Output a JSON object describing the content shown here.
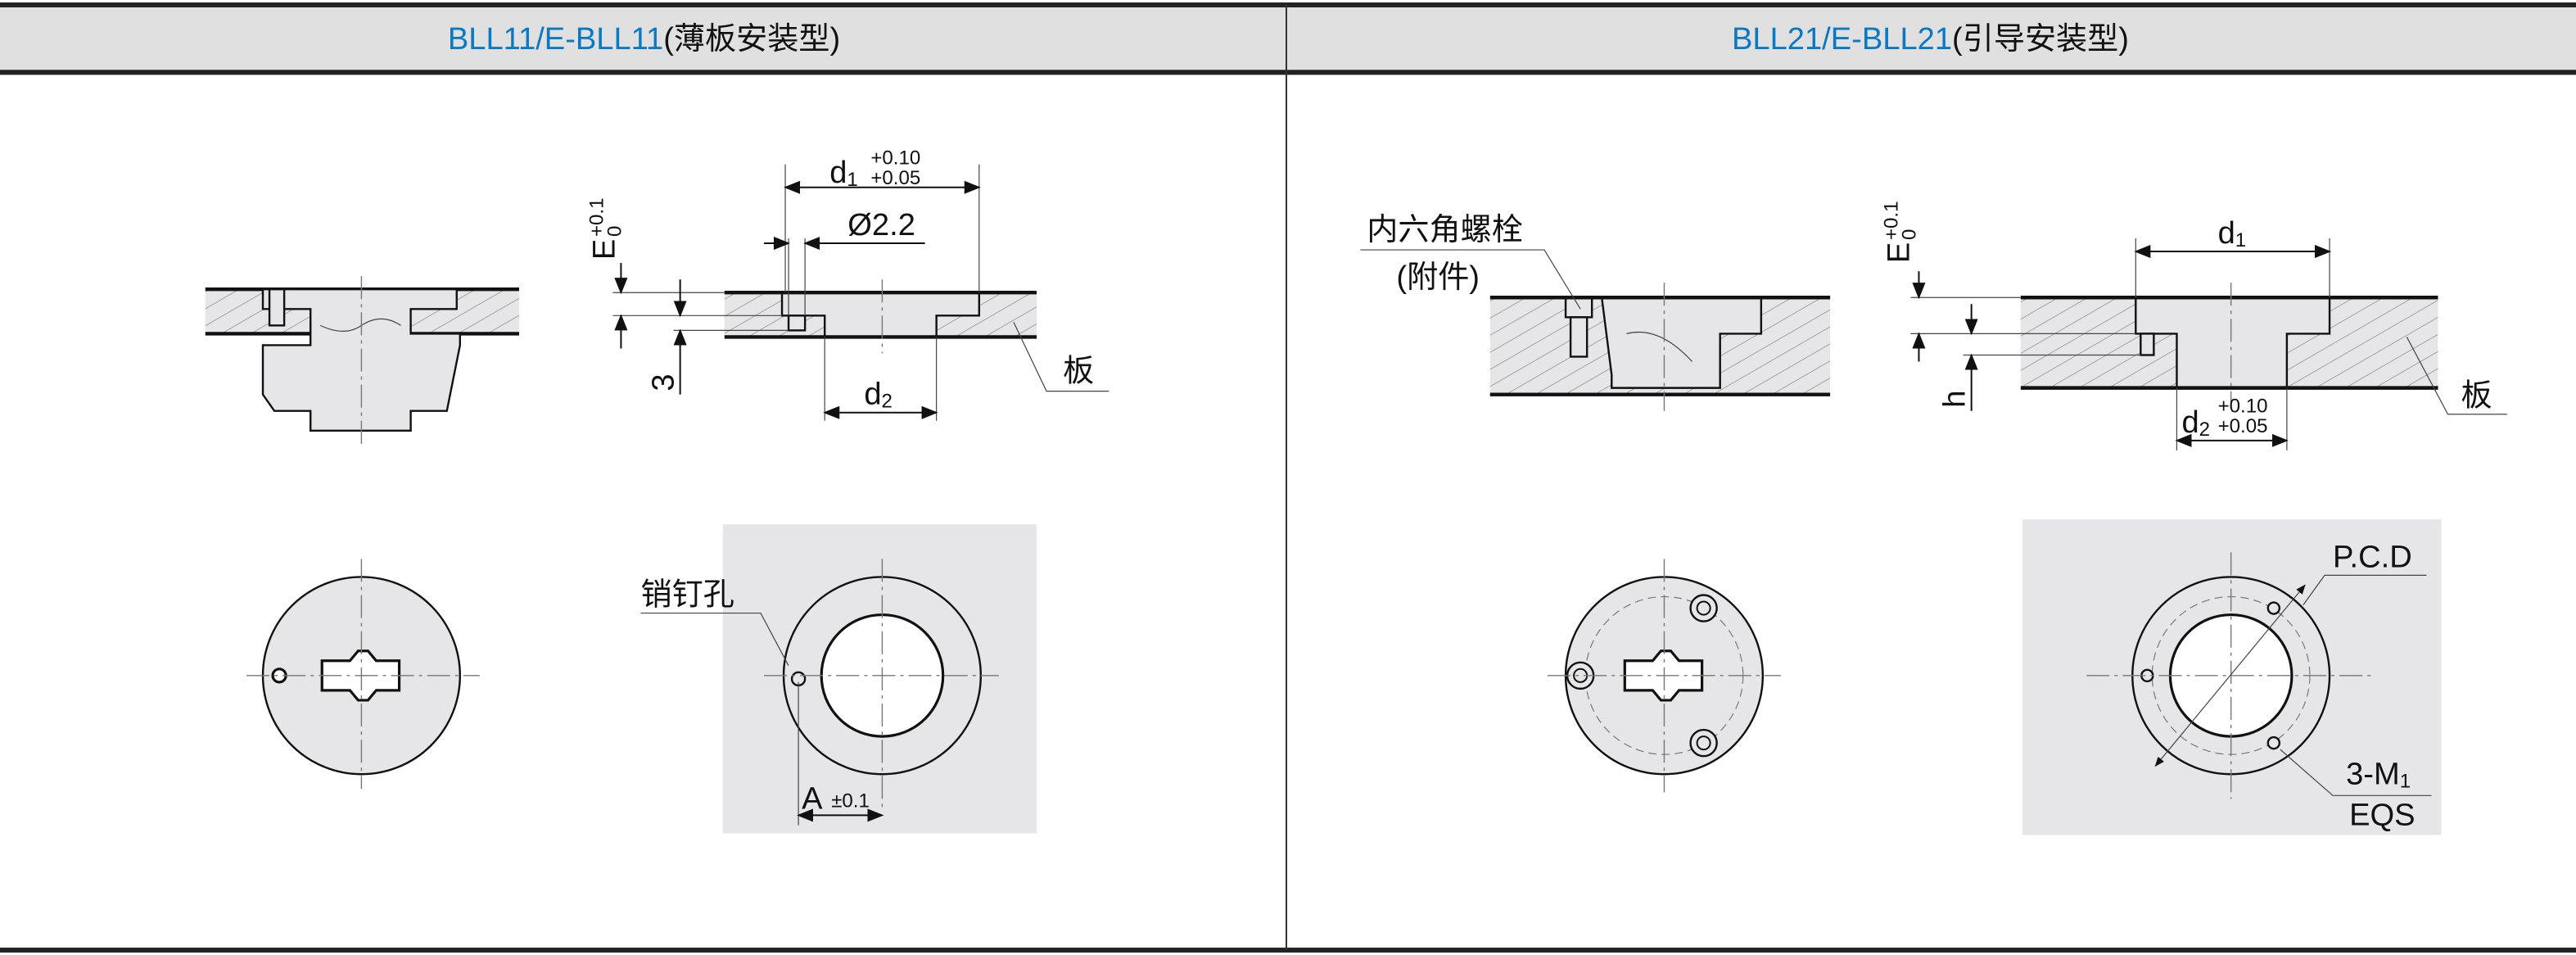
{
  "columns": [
    {
      "title_code": "BLL11/E-BLL11",
      "title_type": "(薄板安装型)",
      "labels": {
        "d1": "d",
        "d1_sub": "1",
        "d1_tol_upper": "+0.10",
        "d1_tol_lower": "+0.05",
        "pin_dia": "Ø2.2",
        "E": "E",
        "E_tol_upper": "+0.1",
        "E_tol_lower": "0",
        "depth": "3",
        "d2": "d",
        "d2_sub": "2",
        "plate": "板",
        "pin_hole": "销钉孔",
        "A": "A",
        "A_tol": "±0.1"
      }
    },
    {
      "title_code": "BLL21/E-BLL21",
      "title_type": "(引导安装型)",
      "labels": {
        "bolt": "内六角螺栓",
        "bolt_note": "(附件)",
        "E": "E",
        "E_tol_upper": "+0.1",
        "E_tol_lower": "0",
        "d1": "d",
        "d1_sub": "1",
        "h": "h",
        "d2": "d",
        "d2_sub": "2",
        "d2_tol_upper": "+0.10",
        "d2_tol_lower": "+0.05",
        "plate": "板",
        "pcd": "P.C.D",
        "thread": "3-M",
        "thread_sub": "1",
        "eqs": "EQS"
      }
    }
  ],
  "colors": {
    "code": "#0a78c2",
    "header_bg": "#e0e0e0",
    "panel_bg": "#e6e6e8"
  }
}
